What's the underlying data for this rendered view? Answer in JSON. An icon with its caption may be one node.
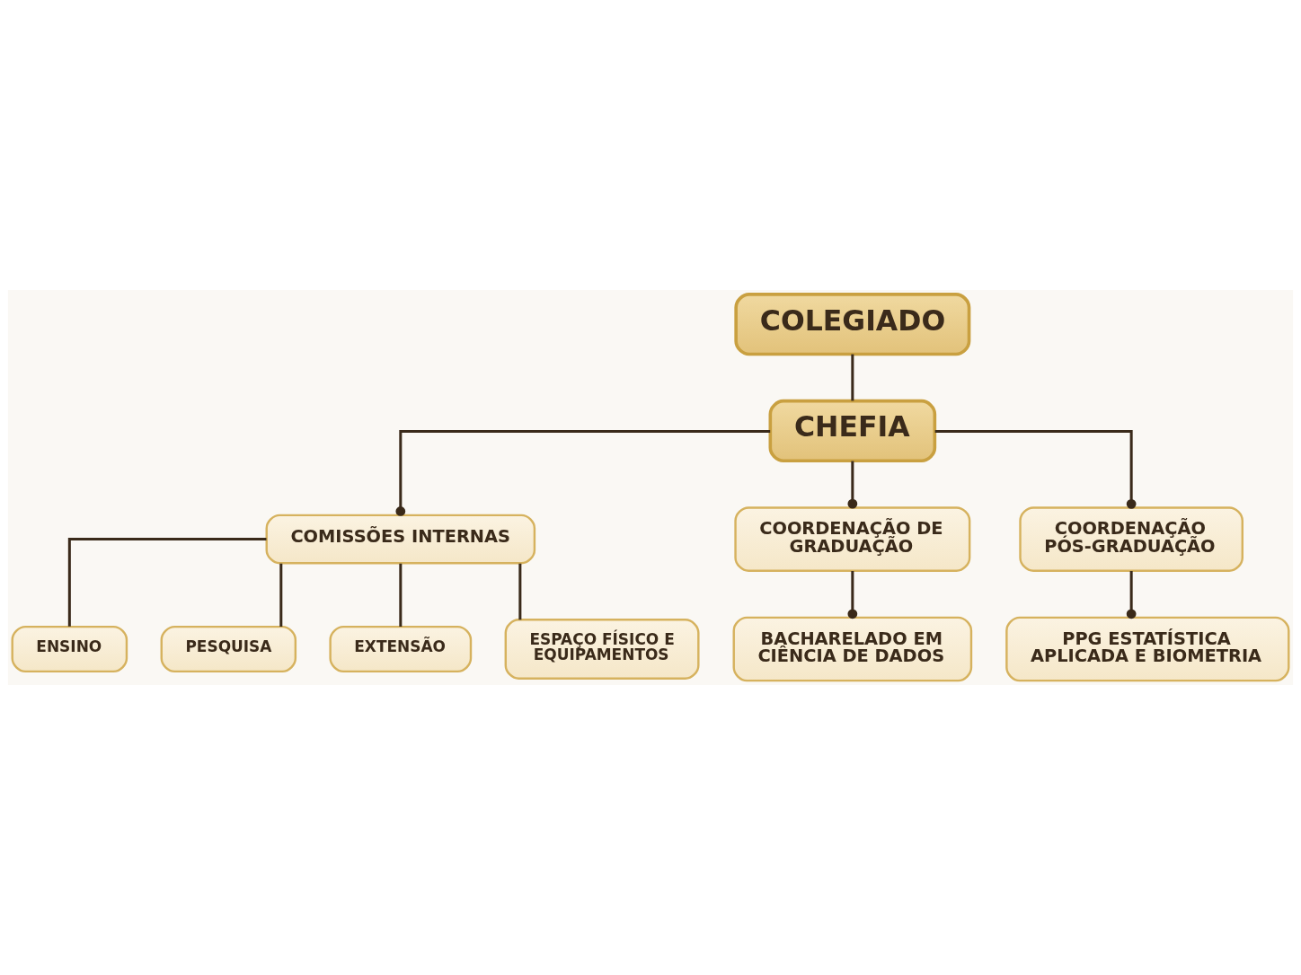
{
  "diagram": {
    "nodes": [
      {
        "text": [
          "COLEGIADO"
        ]
      },
      {
        "text": [
          "CHEFIA"
        ]
      },
      {
        "text": [
          "COMISSÕES INTERNAS"
        ]
      },
      {
        "text": [
          "COORDENAÇÃO DE GRADUAÇÃO"
        ]
      },
      {
        "text": [
          "COORDENAÇÃO PÓS-GRADUAÇÃO"
        ]
      },
      {
        "text": [
          "ENSINO"
        ]
      },
      {
        "text": [
          "PESQUISA"
        ]
      },
      {
        "text": [
          "EXTENSÃO"
        ]
      },
      {
        "text": [
          "ESPAÇO FÍSICO E EQUIPAMENTOS"
        ]
      },
      {
        "text": [
          "BACHARELADO EM CIÊNCIA DE DADOS"
        ]
      },
      {
        "text": [
          "PPG ESTATÍSTICA APLICADA E BIOMETRIA"
        ]
      }
    ],
    "edges": [
      {
        "from": 0,
        "to": 1,
        "arrow": "none"
      },
      {
        "from": 1,
        "to": 2,
        "arrow": "other"
      },
      {
        "from": 1,
        "to": 3,
        "arrow": "other"
      },
      {
        "from": 1,
        "to": 4,
        "arrow": "other"
      },
      {
        "from": 2,
        "to": 5,
        "arrow": "none"
      },
      {
        "from": 2,
        "to": 6,
        "arrow": "none"
      },
      {
        "from": 2,
        "to": 7,
        "arrow": "none"
      },
      {
        "from": 2,
        "to": 8,
        "arrow": "none"
      },
      {
        "from": 3,
        "to": 9,
        "arrow": "other"
      },
      {
        "from": 4,
        "to": 10,
        "arrow": "other"
      }
    ]
  }
}
